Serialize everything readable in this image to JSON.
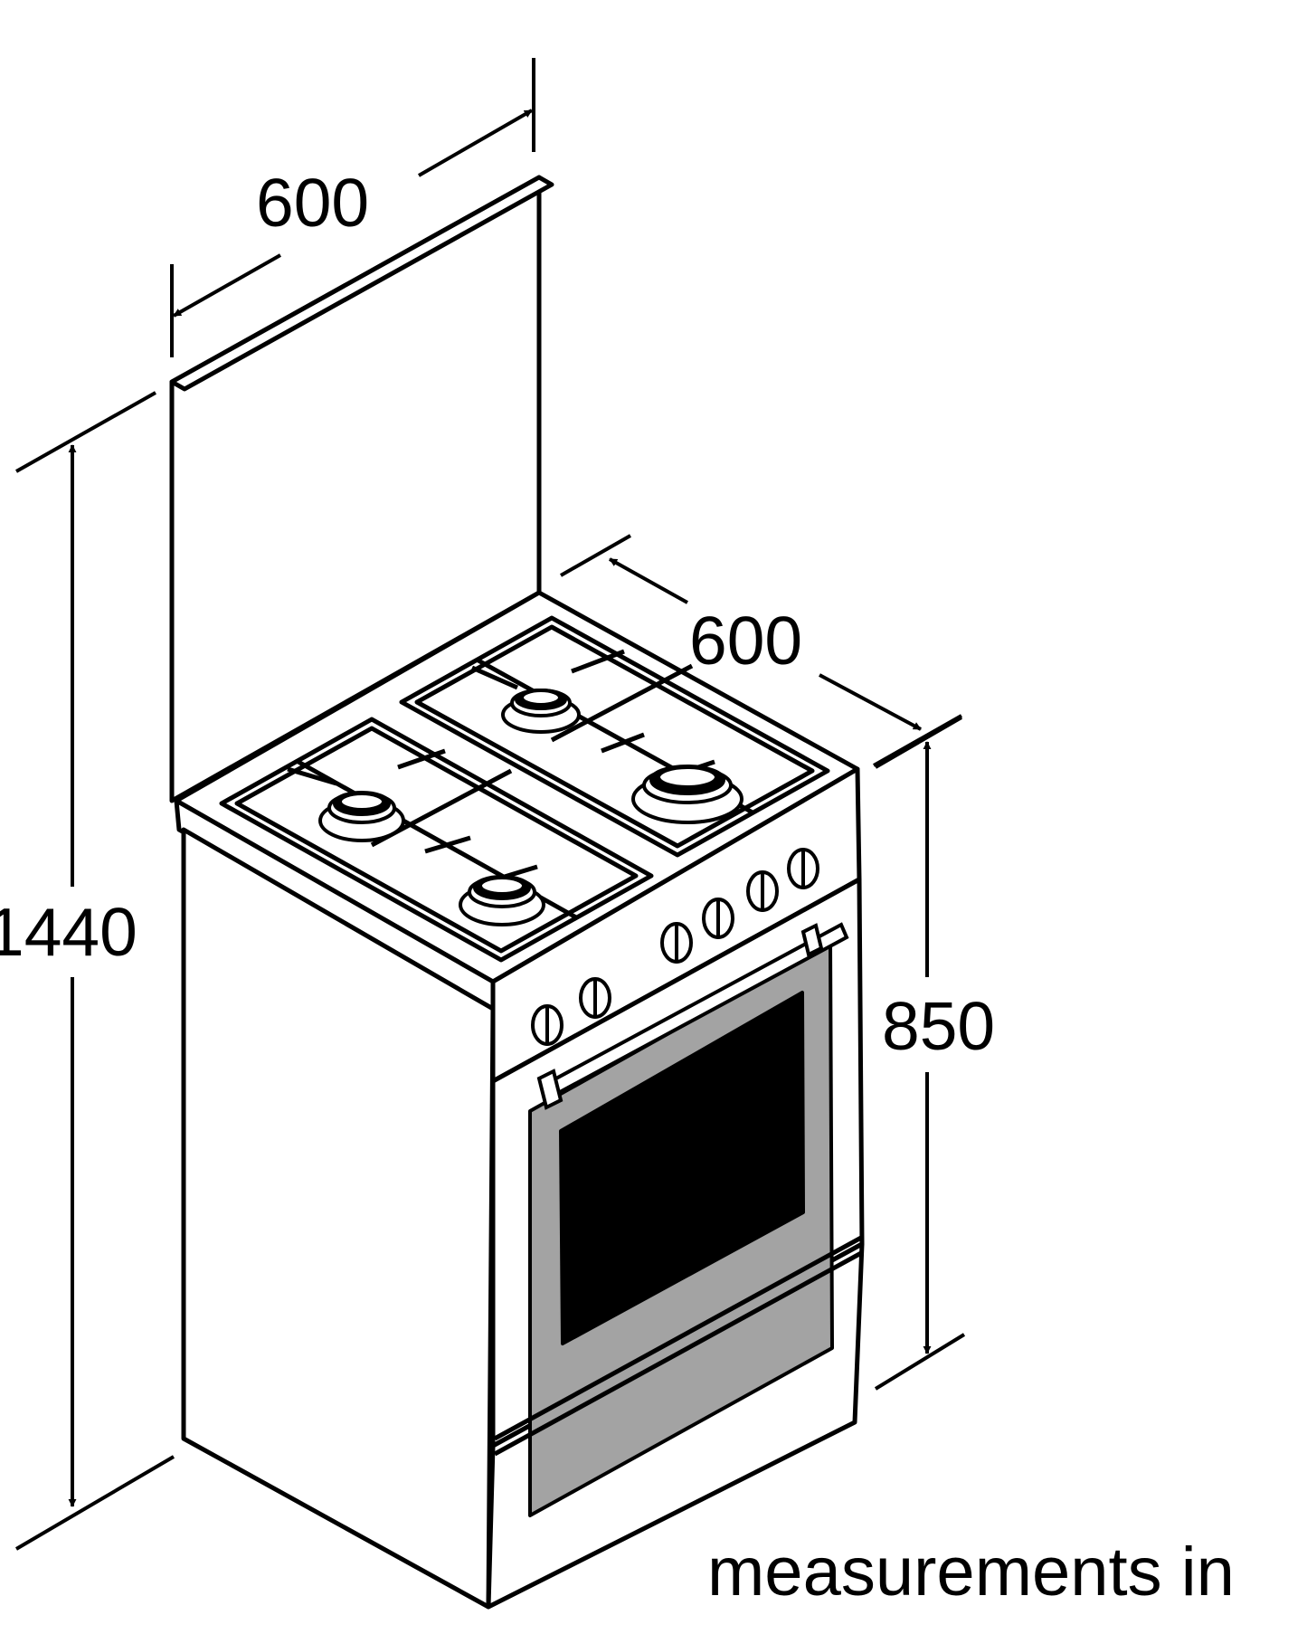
{
  "diagram": {
    "dimensions": {
      "backguard_width": "600",
      "depth": "600",
      "total_height": "1440",
      "body_height": "850"
    },
    "caption": "measurements in",
    "colors": {
      "ink": "#000000",
      "paper": "#ffffff",
      "oven_frame": "#a3a3a3",
      "oven_window": "#000000"
    }
  }
}
